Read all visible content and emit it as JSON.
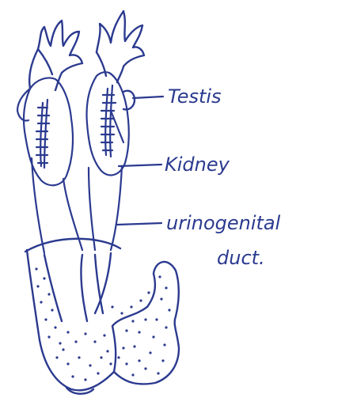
{
  "colors": {
    "ink": "#2b3a8f",
    "paper": "#ffffff"
  },
  "labels": {
    "testis": "Testis",
    "kidney": "Kidney",
    "urinogenital_line1": "urinogenital",
    "urinogenital_line2": "duct."
  }
}
